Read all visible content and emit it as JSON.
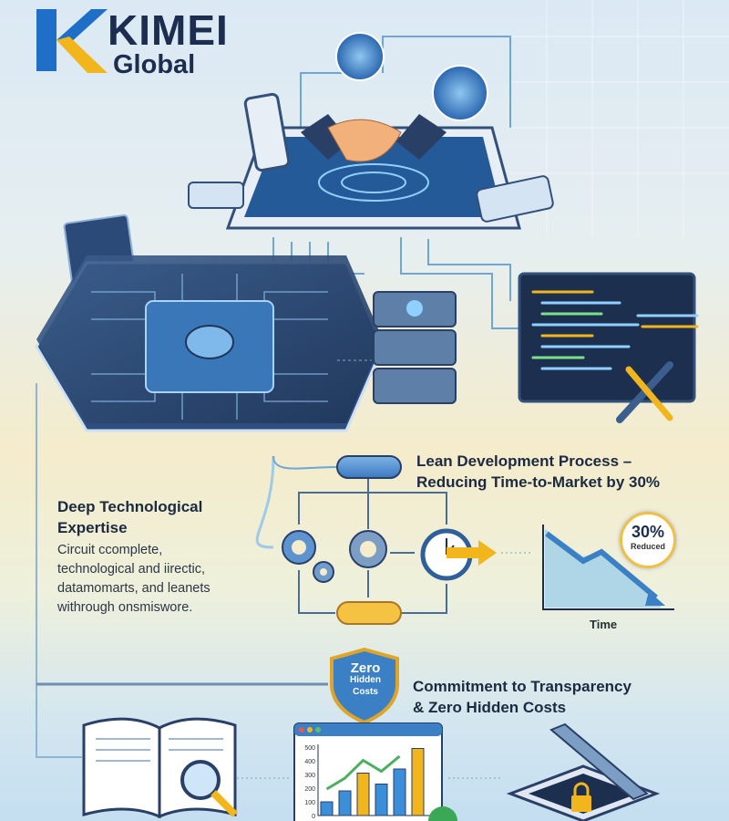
{
  "logo": {
    "name": "KIMEI",
    "sub": "Global",
    "colors": {
      "blue": "#1f6fc8",
      "yellow": "#f2b51c",
      "navy": "#1d2d50"
    }
  },
  "sections": {
    "lean": {
      "title_line1": "Lean Development Process –",
      "title_line2": "Reducing Time-to-Market by 30%"
    },
    "deep": {
      "title_line1": "Deep Technological",
      "title_line2": "Expertise",
      "body": [
        "Circuit ccomplete,",
        "technological and iirectic,",
        "datamomarts, and leanets",
        "withrough onsmiswore."
      ]
    },
    "transparency": {
      "title_line1": "Commitment to Transparency",
      "title_line2": "& Zero Hidden Costs"
    }
  },
  "reduction_badge": {
    "value": "30%",
    "label": "Reduced"
  },
  "time_chart": {
    "xlabel": "Time",
    "trend": "decreasing"
  },
  "shield": {
    "line1": "Zero",
    "line2": "Hidden",
    "line3": "Costs"
  },
  "chart_data": {
    "type": "bar",
    "values": [
      100,
      180,
      310,
      230,
      340,
      490
    ],
    "bar_colors": [
      "#3b8fd8",
      "#3b8fd8",
      "#f2b51c",
      "#3b8fd8",
      "#3b8fd8",
      "#f2b51c"
    ],
    "yticks": [
      "0",
      "100",
      "200",
      "300",
      "400",
      "500"
    ],
    "ylim": [
      0,
      500
    ],
    "trend_line": "up"
  },
  "colors": {
    "accent_blue": "#3b7fc4",
    "accent_yellow": "#f2b51c",
    "text": "#1b2a40"
  }
}
